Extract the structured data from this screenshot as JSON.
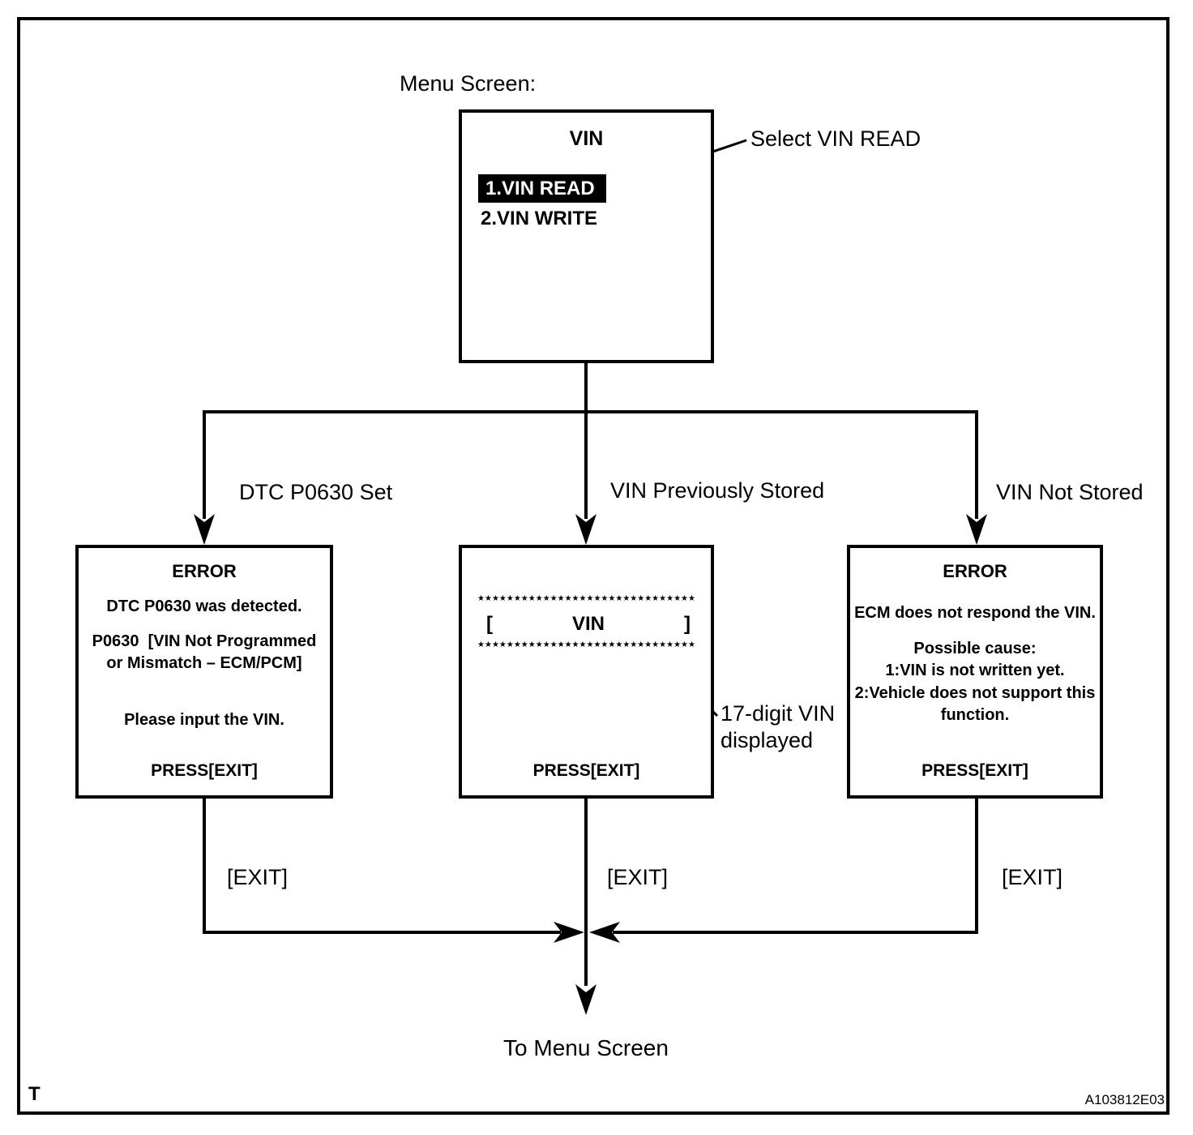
{
  "colors": {
    "ink": "#000000",
    "background": "#ffffff",
    "highlight_bg": "#000000",
    "highlight_text": "#ffffff"
  },
  "menu_label": "Menu Screen:",
  "select_annotation": "Select VIN READ",
  "menu_box": {
    "title": "VIN",
    "item_selected": "1.VIN READ",
    "item_second": "2.VIN WRITE"
  },
  "branch_labels": {
    "left": "DTC P0630 Set",
    "center": "VIN Previously Stored",
    "right": "VIN Not Stored"
  },
  "error_dtc_box": {
    "title": "ERROR",
    "line1": "DTC P0630 was detected.",
    "line2": "P0630  [VIN Not Programmed",
    "line3": "or Mismatch – ECM/PCM]",
    "line4": "Please input the VIN.",
    "press": "PRESS[EXIT]"
  },
  "vin_box": {
    "stars": "★★★★★★★★★★★★★★★★★★★★★★★★★★★★★★",
    "open": "[",
    "label": "VIN",
    "close": "]",
    "press": "PRESS[EXIT]"
  },
  "vin_note": {
    "line1": "17-digit VIN",
    "line2": "displayed"
  },
  "error_ecm_box": {
    "title": "ERROR",
    "line1": "ECM does not respond the VIN.",
    "line2": "Possible cause:",
    "line3": "1:VIN is not written yet.",
    "line4": "2:Vehicle does not support this",
    "line5": "function.",
    "press": "PRESS[EXIT]"
  },
  "exit_labels": [
    "[EXIT]",
    "[EXIT]",
    "[EXIT]"
  ],
  "to_menu": "To Menu Screen",
  "corner_mark": "T",
  "figure_id": "A103812E03"
}
